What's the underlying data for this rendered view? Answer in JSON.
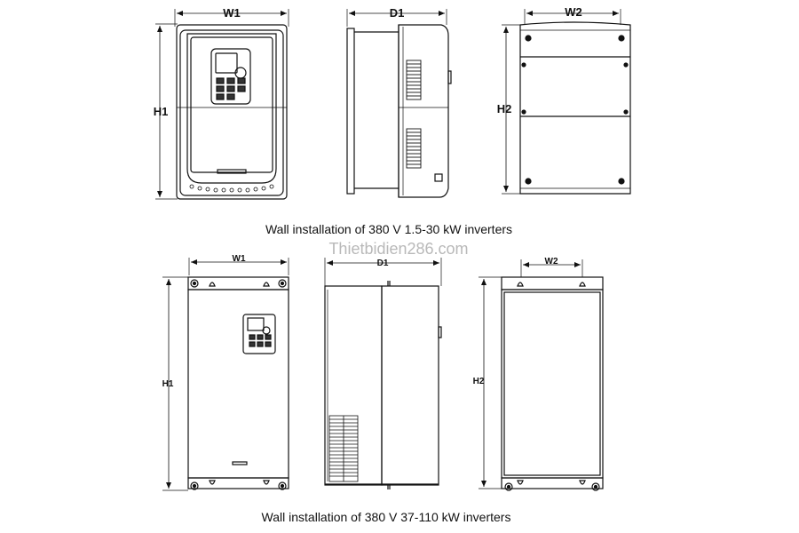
{
  "top": {
    "caption": "Wall installation of 380 V 1.5-30 kW inverters",
    "front": {
      "width_label": "W1",
      "height_label": "H1"
    },
    "side": {
      "depth_label": "D1"
    },
    "back": {
      "width_label": "W2",
      "height_label": "H2"
    }
  },
  "watermark": "Thietbidien286.com",
  "bottom": {
    "caption": "Wall installation of 380 V 37-110 kW inverters",
    "front": {
      "width_label": "W1",
      "height_label": "H1"
    },
    "side": {
      "depth_label": "D1"
    },
    "back": {
      "width_label": "W2",
      "height_label": "H2"
    }
  }
}
